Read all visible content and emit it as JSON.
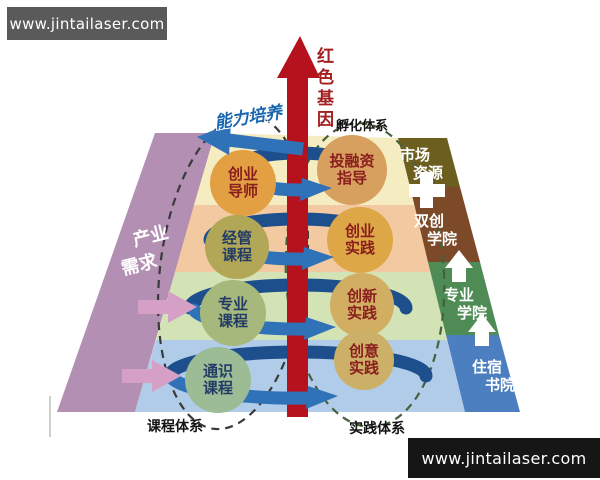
{
  "watermarks": {
    "top": "www.jintailaser.com",
    "bottom": "www.jintailaser.com"
  },
  "axis": {
    "red_gene": "红色基因",
    "ability": "能力培养"
  },
  "industry_demand": {
    "line1": "产业",
    "line2": "需求"
  },
  "system_labels": {
    "incubation": "孵化体系",
    "course": "课程体系",
    "practice": "实践体系"
  },
  "circles": [
    {
      "id": "mentor",
      "line1": "创业",
      "line2": "导师",
      "fill": "#e2a043",
      "text_color": "#8a1d1d"
    },
    {
      "id": "financing",
      "line1": "投融资",
      "line2": "指导",
      "fill": "#d7a05f",
      "text_color": "#8a1d1d"
    },
    {
      "id": "management",
      "line1": "经管",
      "line2": "课程",
      "fill": "#b1a757",
      "text_color": "#223c66"
    },
    {
      "id": "venture",
      "line1": "创业",
      "line2": "实践",
      "fill": "#dda747",
      "text_color": "#8a1d1d"
    },
    {
      "id": "major",
      "line1": "专业",
      "line2": "课程",
      "fill": "#a6b87c",
      "text_color": "#223c66"
    },
    {
      "id": "innovation",
      "line1": "创新",
      "line2": "实践",
      "fill": "#d2ae63",
      "text_color": "#8a1d1d"
    },
    {
      "id": "general",
      "line1": "通识",
      "line2": "课程",
      "fill": "#9bbc95",
      "text_color": "#223c66"
    },
    {
      "id": "creative",
      "line1": "创意",
      "line2": "实践",
      "fill": "#ccb068",
      "text_color": "#8a1d1d"
    }
  ],
  "right_column": [
    {
      "line1": "市场",
      "line2": "资源",
      "fill": "#6b5e1f"
    },
    {
      "line1": "双创",
      "line2": "学院",
      "fill": "#7c4a28"
    },
    {
      "line1": "专业",
      "line2": "学院",
      "fill": "#4f8c55"
    },
    {
      "line1": "住宿",
      "line2": "书院",
      "fill": "#4c7fc0"
    }
  ],
  "colors": {
    "red_axis": "#b5121e",
    "spiral_front": "#2f72b8",
    "spiral_back": "#1e4f8d",
    "band_purple": "#b48fb4",
    "band_yellow": "#f6ecc2",
    "band_peach": "#f3c9a2",
    "band_green": "#d3e3b6",
    "band_blue": "#b0cce8",
    "pink_arrow": "#d6a0c6",
    "dash_left": "#3a3a3a",
    "dash_right": "#46603e"
  }
}
